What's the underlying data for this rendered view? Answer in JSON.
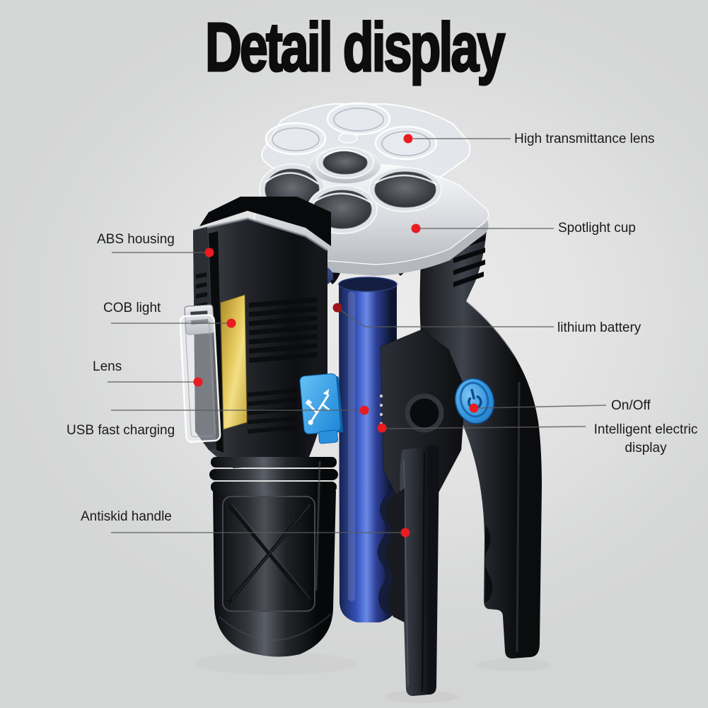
{
  "title": "Detail display",
  "callouts": {
    "high_transmittance_lens": {
      "label": "High transmittance lens",
      "side": "right"
    },
    "spotlight_cup": {
      "label": "Spotlight cup",
      "side": "right"
    },
    "abs_housing": {
      "label": "ABS housing",
      "side": "left"
    },
    "cob_light": {
      "label": "COB light",
      "side": "left"
    },
    "lens": {
      "label": "Lens",
      "side": "left"
    },
    "usb_fast_charging": {
      "label": "USB fast charging",
      "side": "left"
    },
    "lithium_battery": {
      "label": "lithium battery",
      "side": "right"
    },
    "on_off": {
      "label": "On/Off",
      "side": "right"
    },
    "intelligent_electric_display": {
      "label": "Intelligent electric display",
      "side": "right"
    },
    "antiskid_handle": {
      "label": "Antiskid handle",
      "side": "left"
    }
  },
  "colors": {
    "background": "#d6d7d7",
    "title_text": "#0d0d0d",
    "label_text": "#1a1a1a",
    "callout_line": "#5a5a5a",
    "callout_marker": "#e81c22",
    "callout_marker_dim": "#9c1317",
    "battery_blue": "#3350b8",
    "accent_blue": "#2e9be8",
    "cob_gold": "#e6ca5e"
  }
}
